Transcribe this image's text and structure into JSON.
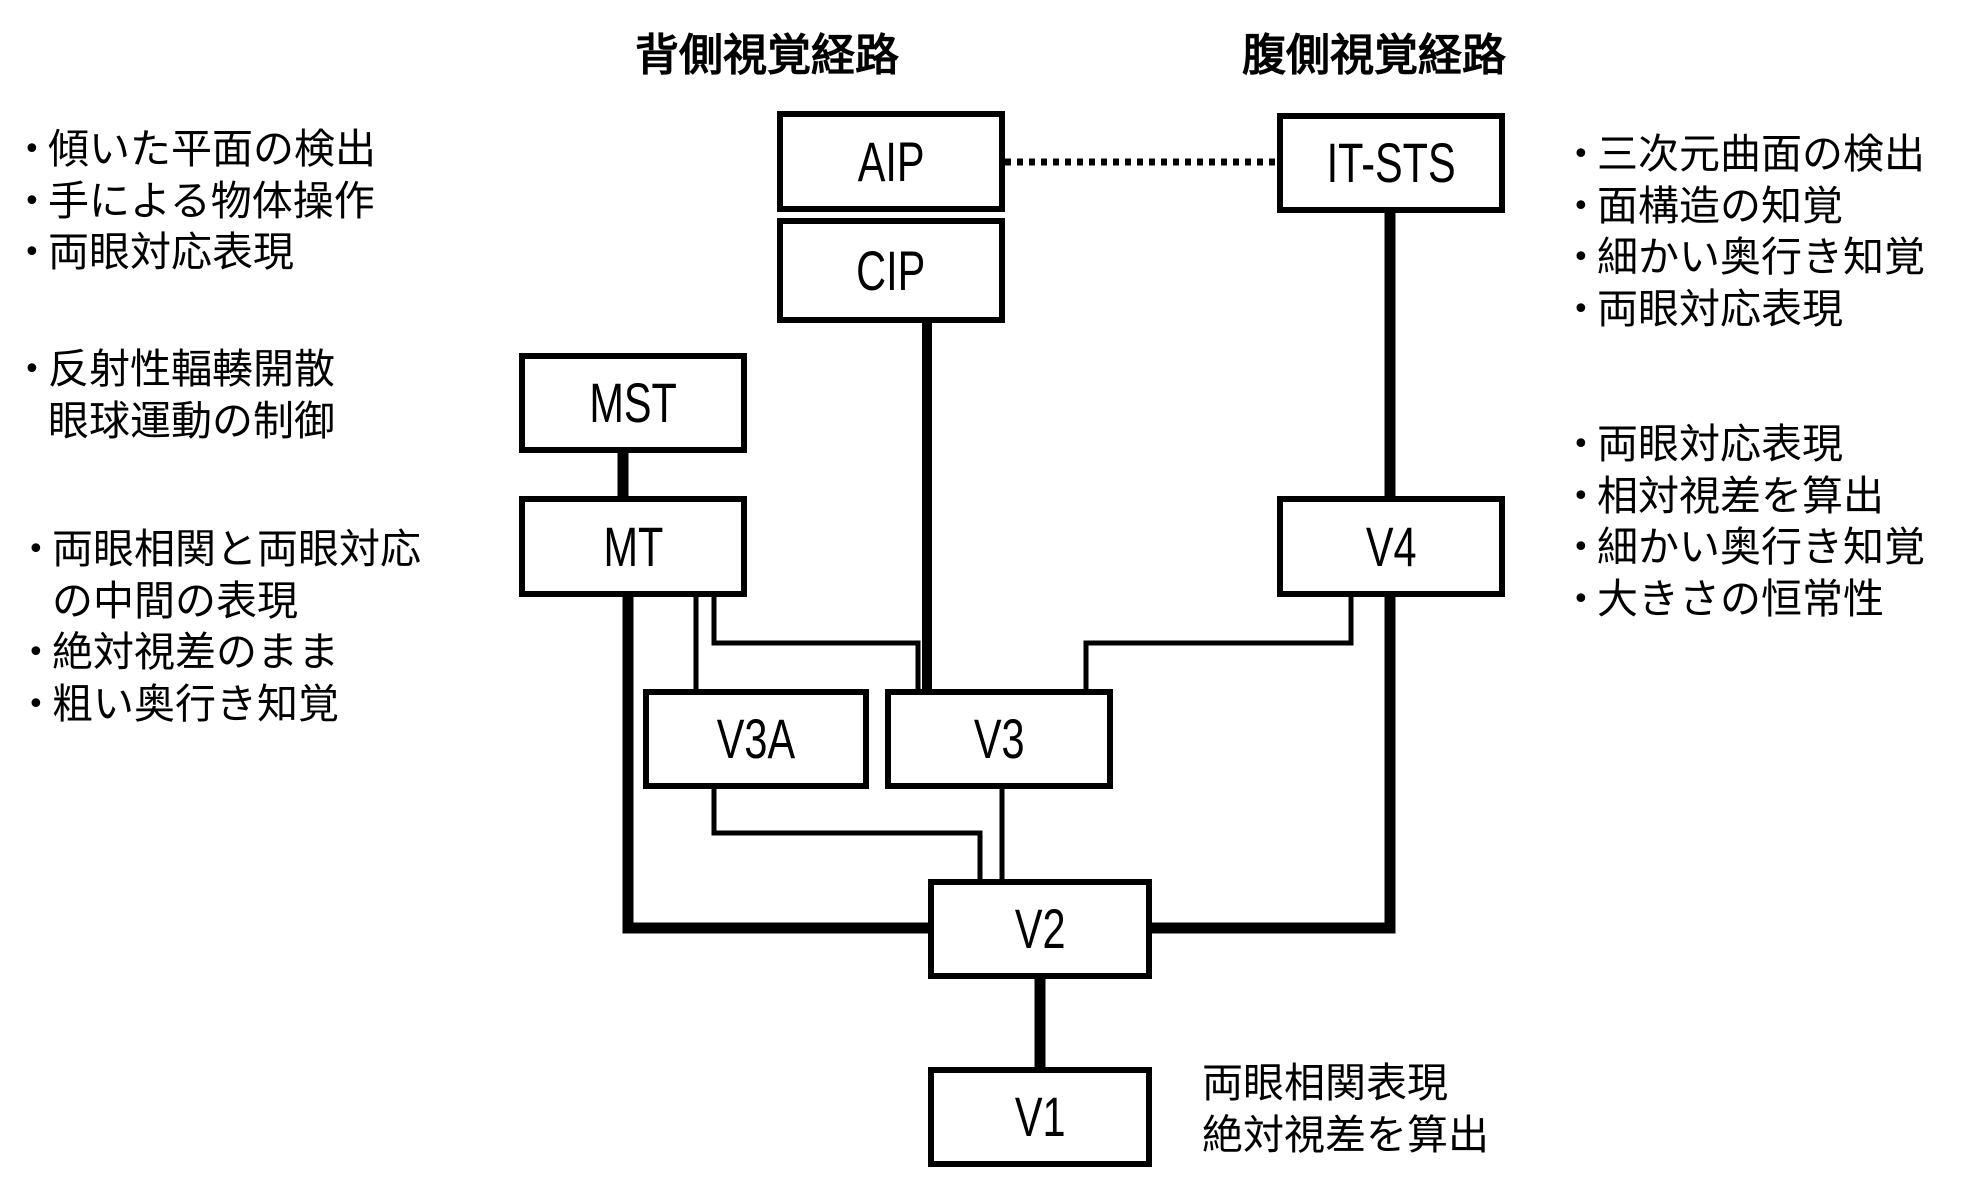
{
  "headings": {
    "dorsal": "背側視覚経路",
    "ventral": "腹側視覚経路"
  },
  "areas": {
    "aip": "AIP",
    "cip": "CIP",
    "mst": "MST",
    "mt": "MT",
    "v3a": "V3A",
    "v3": "V3",
    "it_sts": "IT-STS",
    "v4": "V4",
    "v2": "V2",
    "v1": "V1"
  },
  "bullet_glyph": "•",
  "notes": {
    "aip_cip": [
      "傾いた平面の検出",
      "手による物体操作",
      "両眼対応表現"
    ],
    "mst": [
      "反射性輻輳開散",
      "眼球運動の制御"
    ],
    "mt": [
      {
        "bullet": true,
        "text": "両眼相関と両眼対応"
      },
      {
        "bullet": false,
        "text": "の中間の表現"
      },
      {
        "bullet": true,
        "text": "絶対視差のまま"
      },
      {
        "bullet": true,
        "text": "粗い奥行き知覚"
      }
    ],
    "it_sts": [
      "三次元曲面の検出",
      "面構造の知覚",
      "細かい奥行き知覚",
      "両眼対応表現"
    ],
    "v4": [
      "両眼対応表現",
      "相対視差を算出",
      "細かい奥行き知覚",
      "大きさの恒常性"
    ],
    "v1": [
      "両眼相関表現",
      "絶対視差を算出"
    ]
  },
  "connections": [
    {
      "from": "AIP",
      "to": "IT-STS",
      "style": "dotted"
    },
    {
      "from": "MST",
      "to": "MT",
      "style": "thick"
    },
    {
      "from": "CIP",
      "to": "V3",
      "style": "thick"
    },
    {
      "from": "IT-STS",
      "to": "V4",
      "style": "thick"
    },
    {
      "from": "MT",
      "to": "V2",
      "style": "thick"
    },
    {
      "from": "V4",
      "to": "V2",
      "style": "thick"
    },
    {
      "from": "V2",
      "to": "V1",
      "style": "thick"
    },
    {
      "from": "MT",
      "to": "V3A",
      "style": "thin"
    },
    {
      "from": "MT",
      "to": "V3",
      "style": "thin"
    },
    {
      "from": "V4",
      "to": "V3",
      "style": "thin"
    },
    {
      "from": "V3A",
      "to": "V2",
      "style": "thin"
    },
    {
      "from": "V3",
      "to": "V2",
      "style": "thin"
    }
  ]
}
